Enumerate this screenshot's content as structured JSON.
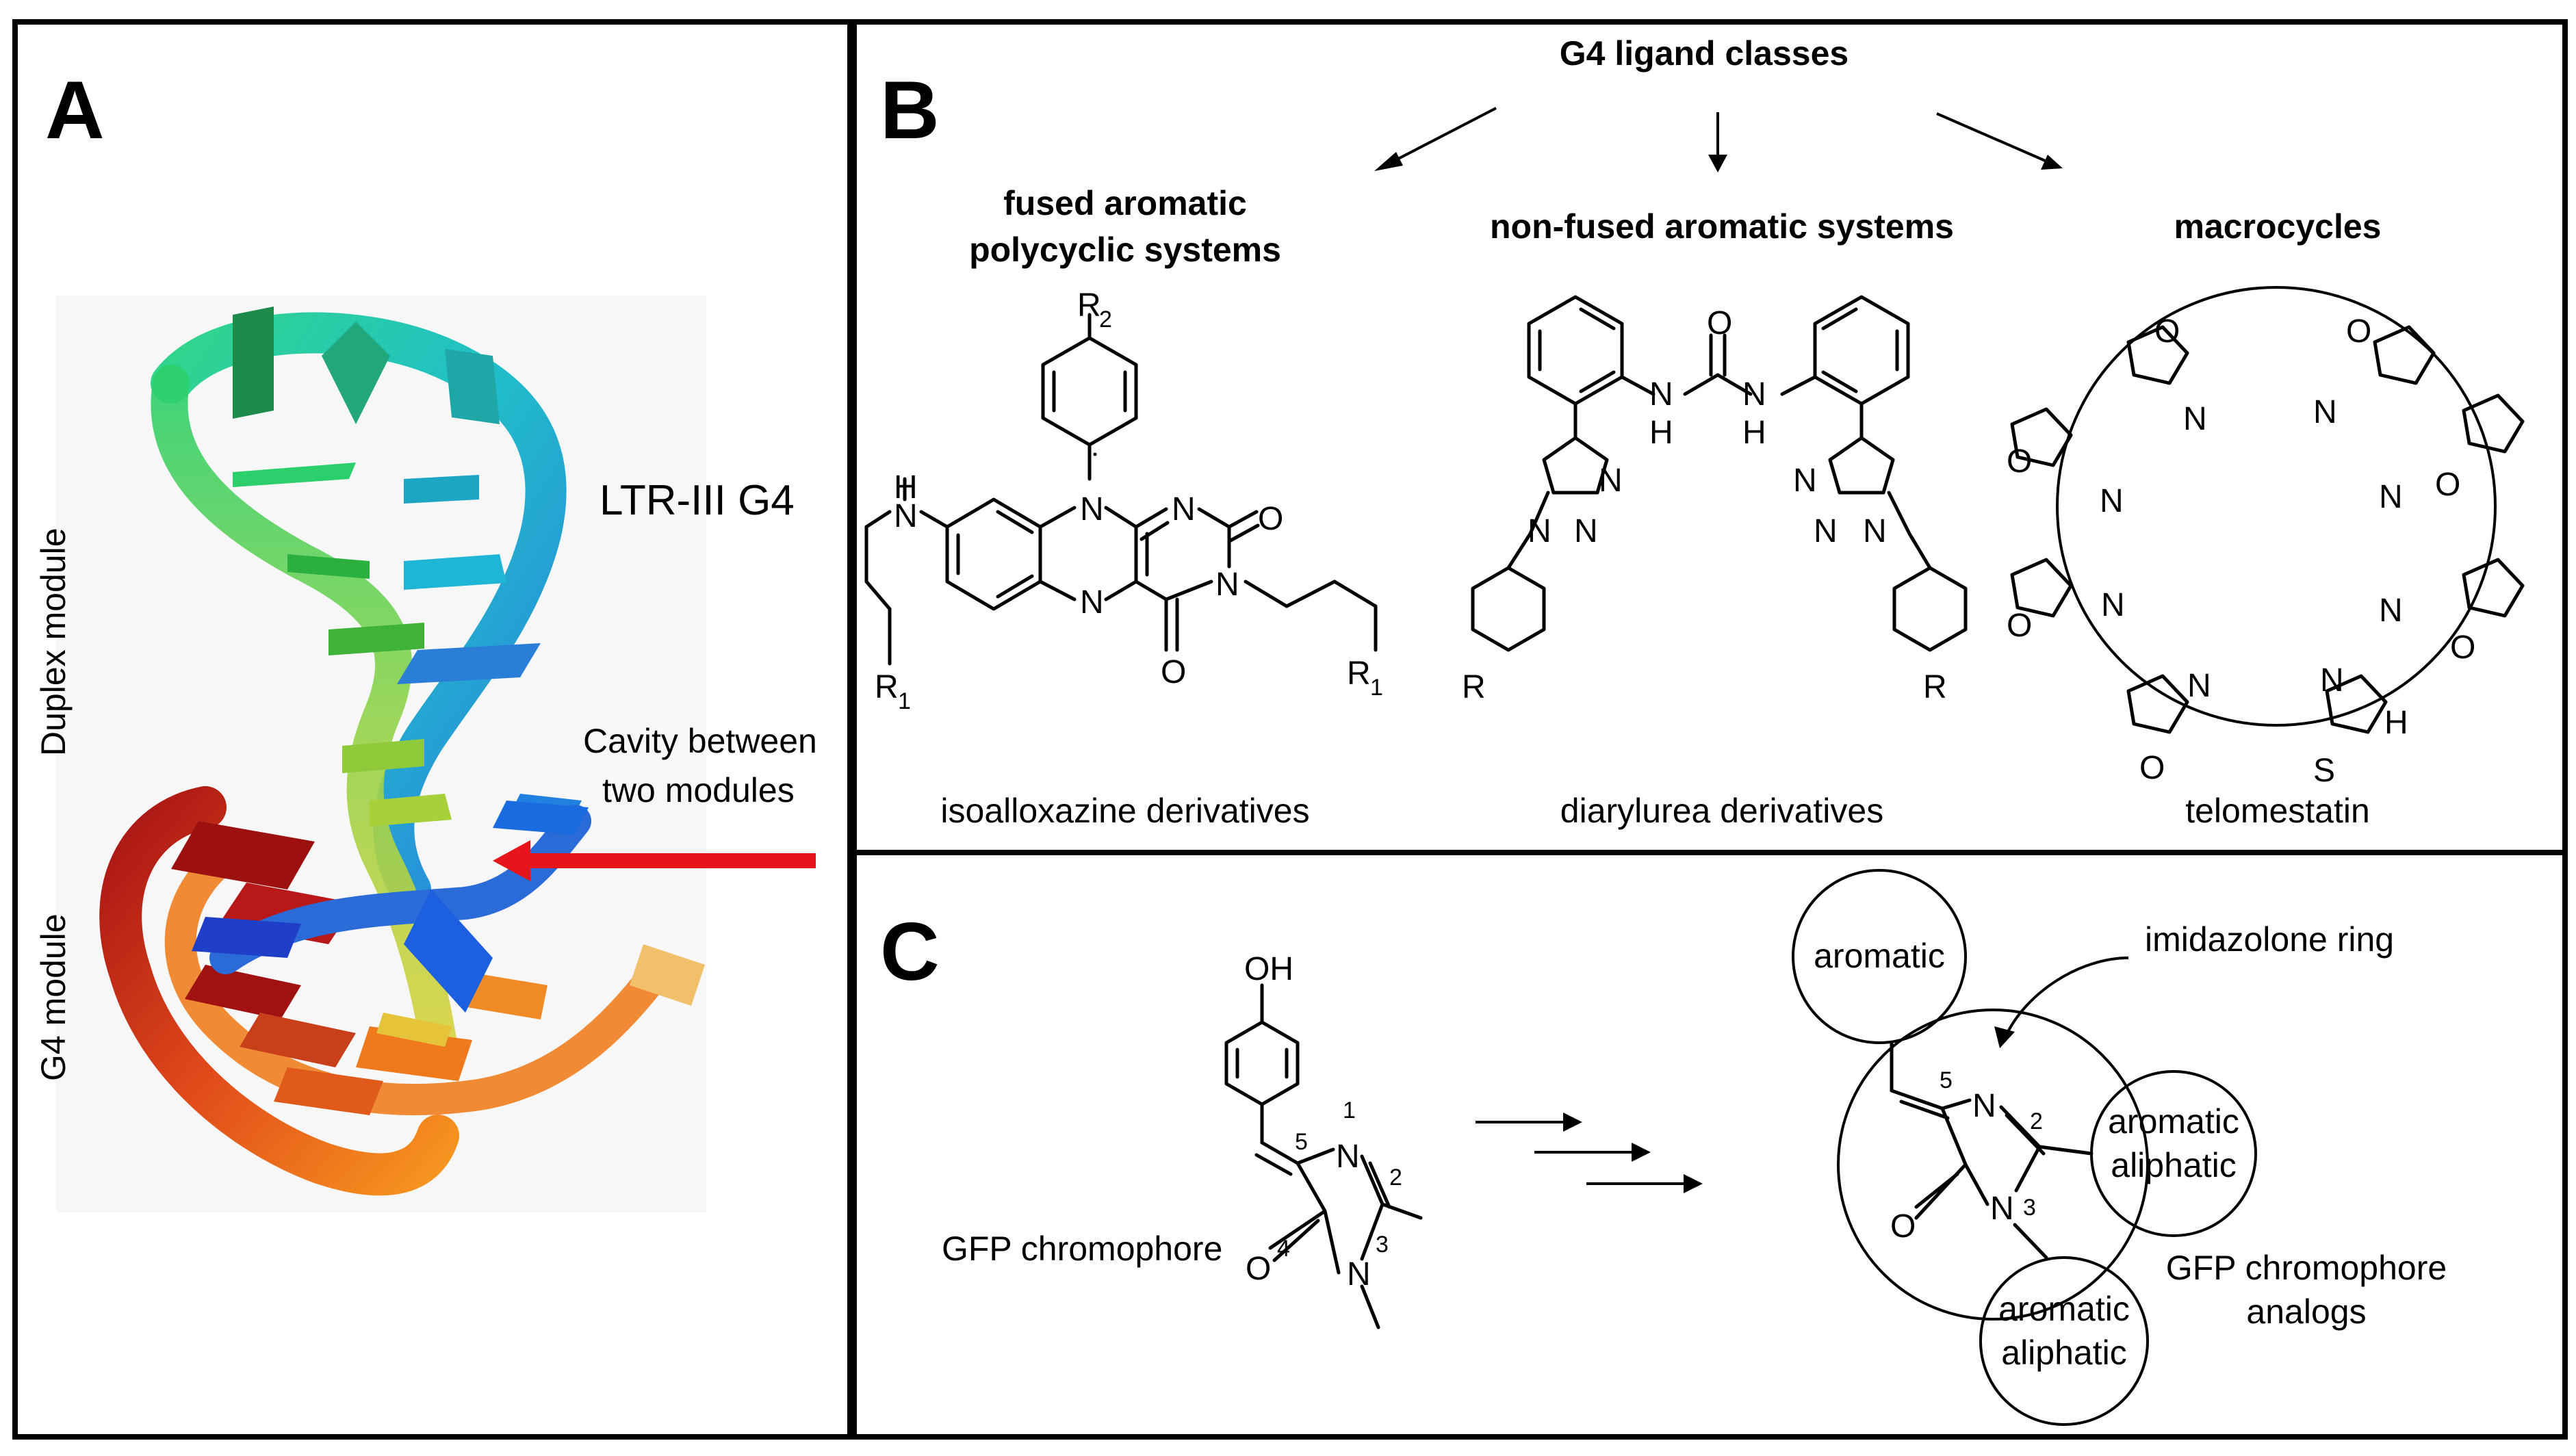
{
  "panels": {
    "a": {
      "letter": "A",
      "duplex_label": "Duplex module",
      "g4_label": "G4 module",
      "structure_label": "LTR-III G4",
      "cavity_line1": "Cavity between",
      "cavity_line2": "two modules"
    },
    "b": {
      "letter": "B",
      "title": "G4 ligand classes",
      "classes": [
        {
          "title_line1": "fused aromatic",
          "title_line2": "polycyclic systems",
          "caption": "isoalloxazine derivatives"
        },
        {
          "title_line1": "non-fused aromatic systems",
          "title_line2": "",
          "caption": "diarylurea derivatives"
        },
        {
          "title_line1": "macrocycles",
          "title_line2": "",
          "caption": "telomestatin"
        }
      ]
    },
    "c": {
      "letter": "C",
      "chromophore_label": "GFP chromophore",
      "analogs_line1": "GFP chromophore",
      "analogs_line2": "analogs",
      "imidazolone_label": "imidazolone ring",
      "aromatic": "aromatic",
      "aromatic_aliphatic_1": "aromatic",
      "aromatic_aliphatic_2": "aliphatic"
    }
  },
  "atoms": {
    "O": "O",
    "N": "N",
    "S": "S",
    "H": "H",
    "NH": "NH",
    "OH": "OH",
    "R": "R",
    "R1": "R",
    "R1_sub": "1",
    "R2": "R",
    "R2_sub": "2",
    "n1": "1",
    "n2": "2",
    "n3": "3",
    "n4": "4",
    "n5": "5"
  },
  "colors": {
    "arrow_red": "#e8141b",
    "helix_green": "#3ec86a",
    "helix_cyan": "#1fb5d6",
    "helix_blue": "#2a6bd8",
    "g4_red": "#b41414",
    "g4_orange": "#f0701c",
    "g4_yellow": "#e8c43a",
    "panel_border": "#000000"
  }
}
